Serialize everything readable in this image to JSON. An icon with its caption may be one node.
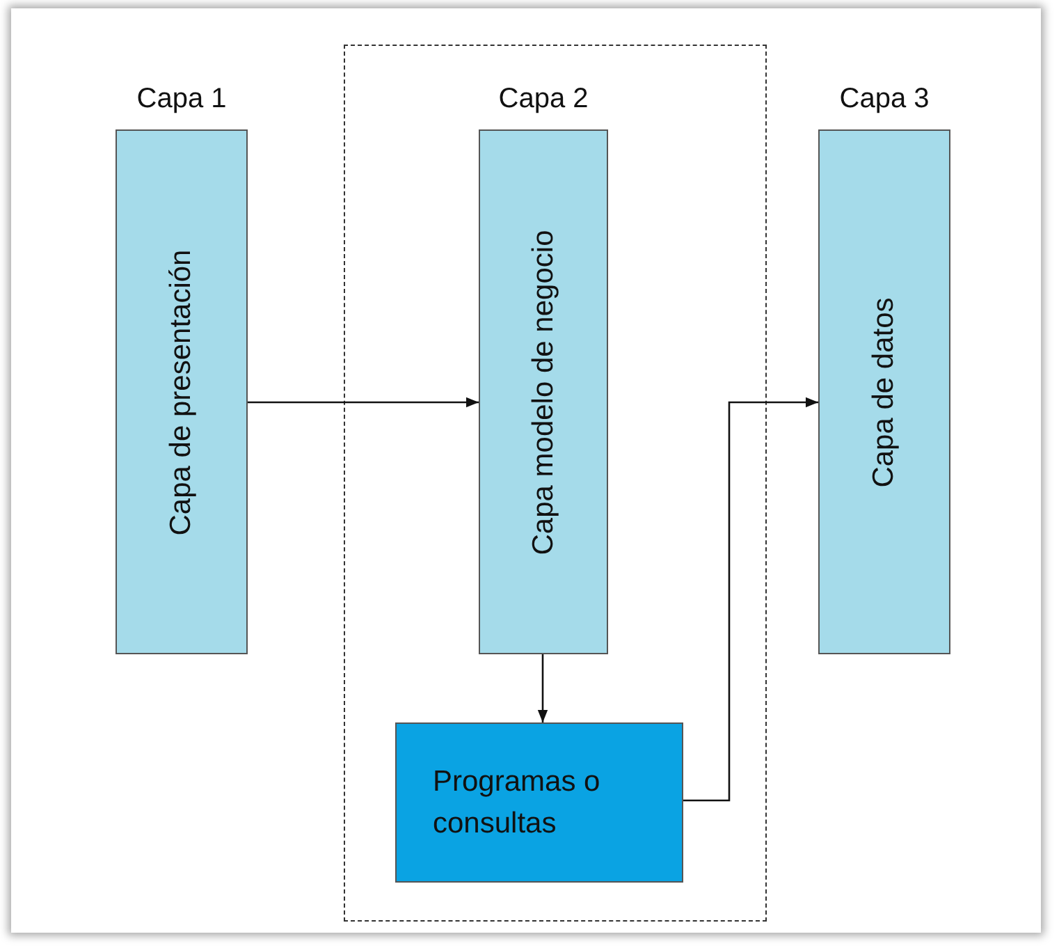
{
  "diagram": {
    "nodes": [
      {
        "text": [],
        "shape": "box"
      },
      {
        "text": [
          "Capa 1",
          "Capa de presentación"
        ]
      },
      {
        "text": [
          "Capa 2",
          "Capa modelo de negocio"
        ],
        "in": 0
      },
      {
        "text": [
          "Programas o consultas"
        ],
        "in": 0
      },
      {
        "text": [
          "Capa 3",
          "Capa de datos"
        ]
      }
    ],
    "edges": [
      {
        "from": 1,
        "to": 2,
        "arrow": "to"
      },
      {
        "from": 2,
        "to": 3,
        "arrow": "to"
      },
      {
        "from": 3,
        "to": 4,
        "arrow": "to"
      }
    ]
  }
}
